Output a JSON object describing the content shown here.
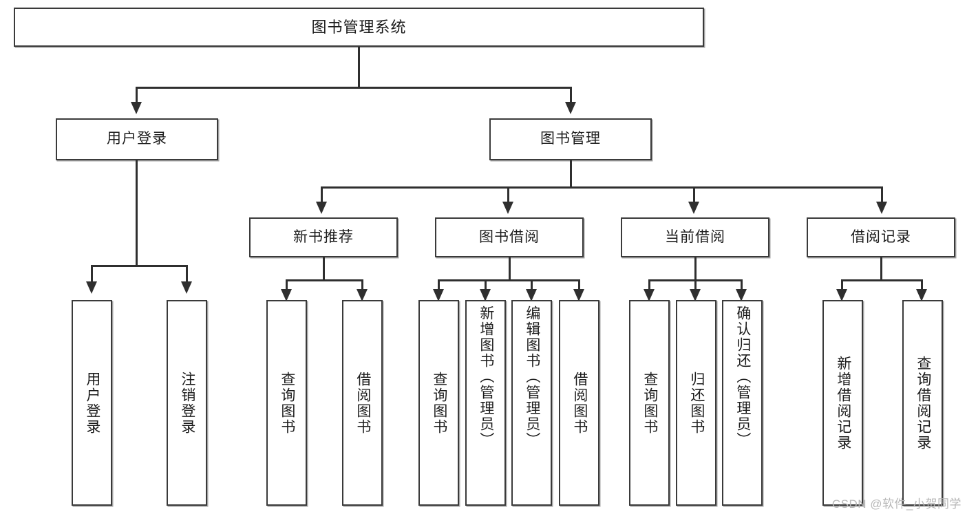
{
  "diagram": {
    "type": "tree",
    "title": "图书管理系统",
    "root": {
      "label": "图书管理系统"
    },
    "level2": [
      {
        "label": "用户登录"
      },
      {
        "label": "图书管理"
      }
    ],
    "level3": [
      {
        "label": "新书推荐"
      },
      {
        "label": "图书借阅"
      },
      {
        "label": "当前借阅"
      },
      {
        "label": "借阅记录"
      }
    ],
    "leaves": {
      "user_login": [
        {
          "label": "用户登录"
        },
        {
          "label": "注销登录"
        }
      ],
      "new_book_recommend": [
        {
          "label": "查询图书"
        },
        {
          "label": "借阅图书"
        }
      ],
      "book_borrow": [
        {
          "label": "查询图书"
        },
        {
          "label": "新增图书（管理员）"
        },
        {
          "label": "编辑图书（管理员）"
        },
        {
          "label": "借阅图书"
        }
      ],
      "current_borrow": [
        {
          "label": "查询图书"
        },
        {
          "label": "归还图书"
        },
        {
          "label": "确认归还（管理员）"
        }
      ],
      "borrow_record": [
        {
          "label": "新增借阅记录"
        },
        {
          "label": "查询借阅记录"
        }
      ]
    }
  },
  "watermark": {
    "text": "CSDN @软件_小贺同学"
  },
  "colors": {
    "border": "#3a3a3a",
    "connector": "#2f2f2f",
    "background": "#ffffff",
    "text": "#1c1c1c",
    "watermark": "#b7b7b7"
  }
}
